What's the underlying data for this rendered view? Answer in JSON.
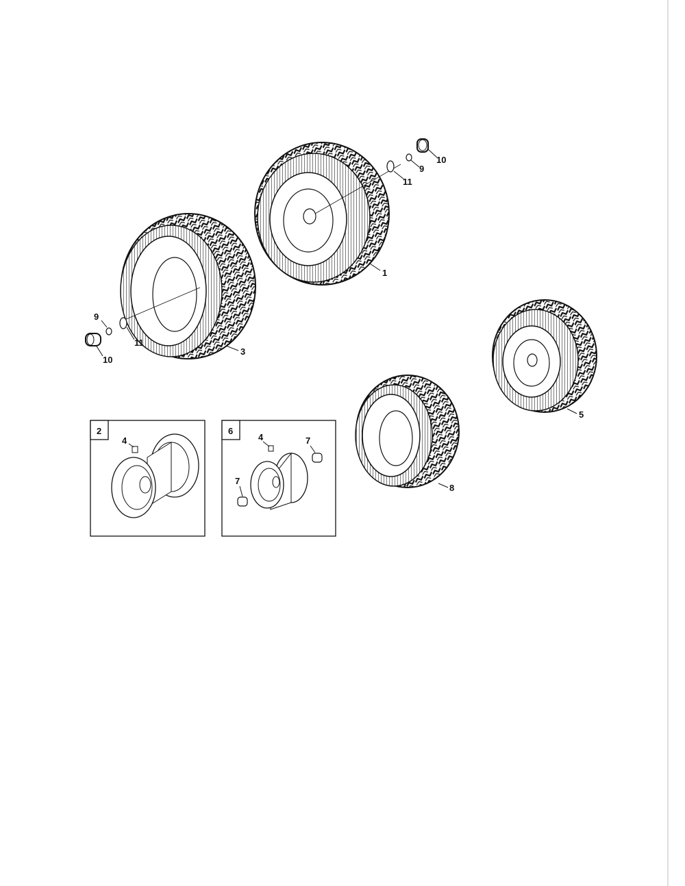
{
  "diagram": {
    "callouts": {
      "wheel_1": "1",
      "wheel_3": "3",
      "wheel_5": "5",
      "wheel_8": "8",
      "rear_washer": "11",
      "rear_nut": "9",
      "rear_cap": "10",
      "front_washer": "11",
      "front_nut": "9",
      "front_cap": "10"
    },
    "rim_box_2": {
      "box_label": "2",
      "valve_label": "4"
    },
    "rim_box_6": {
      "box_label": "6",
      "valve_label": "4",
      "bearing_top_label": "7",
      "bearing_bottom_label": "7"
    },
    "colors": {
      "ink": "#111111",
      "paper": "#ffffff",
      "tread": "#222222"
    }
  }
}
